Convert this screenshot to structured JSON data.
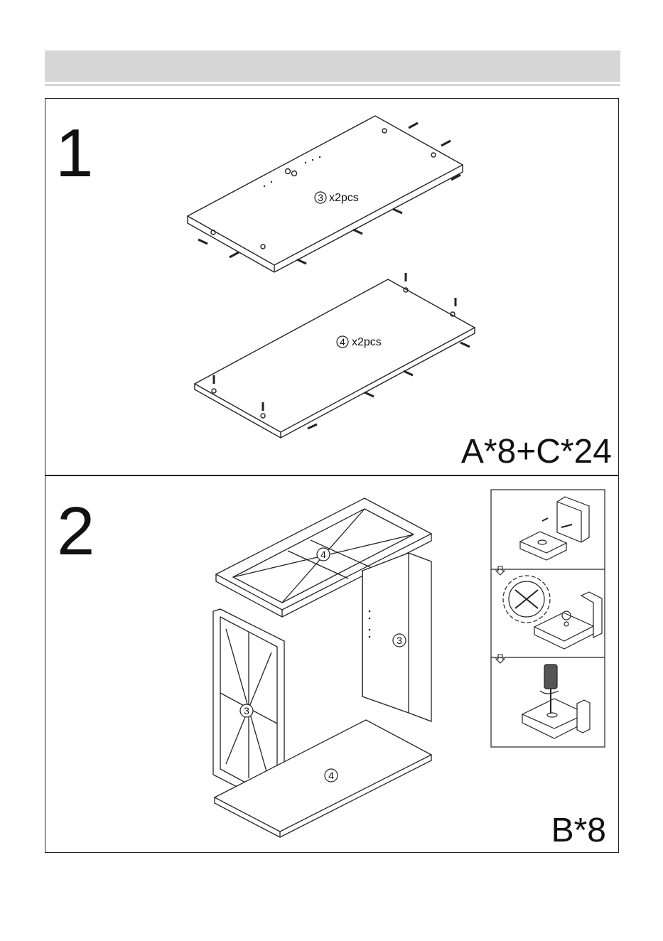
{
  "step1": {
    "number": "1",
    "panel_top": {
      "part_number": "3",
      "quantity_label": "x2pcs"
    },
    "panel_bottom": {
      "part_number": "4",
      "quantity_label": "x2pcs"
    },
    "hardware": "A*8+C*24"
  },
  "step2": {
    "number": "2",
    "parts": {
      "top": "4",
      "right_side": "3",
      "left_side": "3",
      "bottom": "4"
    },
    "hardware": "B*8",
    "detail_icons": [
      "cam-lock-insert-icon",
      "arrow-down-icon",
      "cam-lock-detail-icon",
      "arrow-down-icon",
      "screwdriver-icon"
    ]
  }
}
